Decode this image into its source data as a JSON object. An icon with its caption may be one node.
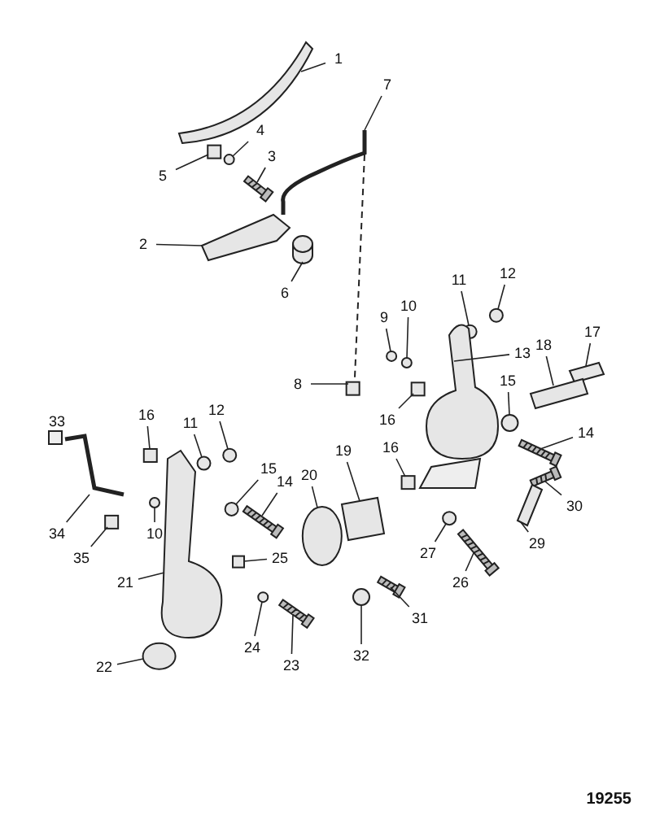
{
  "diagram": {
    "nodes": [
      {
        "text": [
          "1"
        ]
      },
      {
        "text": [
          "7"
        ]
      },
      {
        "text": [
          "4"
        ]
      },
      {
        "text": [
          "3"
        ]
      },
      {
        "text": [
          "5"
        ]
      },
      {
        "text": [
          "2"
        ]
      },
      {
        "text": [
          "6"
        ]
      },
      {
        "text": [
          "12"
        ]
      },
      {
        "text": [
          "11"
        ]
      },
      {
        "text": [
          "10"
        ]
      },
      {
        "text": [
          "9"
        ]
      },
      {
        "text": [
          "17"
        ]
      },
      {
        "text": [
          "18"
        ]
      },
      {
        "text": [
          "13"
        ]
      },
      {
        "text": [
          "15"
        ]
      },
      {
        "text": [
          "8"
        ]
      },
      {
        "text": [
          "12"
        ]
      },
      {
        "text": [
          "16"
        ]
      },
      {
        "text": [
          "16"
        ]
      },
      {
        "text": [
          "33"
        ]
      },
      {
        "text": [
          "11"
        ]
      },
      {
        "text": [
          "14"
        ]
      },
      {
        "text": [
          "19"
        ]
      },
      {
        "text": [
          "15"
        ]
      },
      {
        "text": [
          "16"
        ]
      },
      {
        "text": [
          "20"
        ]
      },
      {
        "text": [
          "14"
        ]
      },
      {
        "text": [
          "30"
        ]
      },
      {
        "text": [
          "34"
        ]
      },
      {
        "text": [
          "10"
        ]
      },
      {
        "text": [
          "29"
        ]
      },
      {
        "text": [
          "27"
        ]
      },
      {
        "text": [
          "35"
        ]
      },
      {
        "text": [
          "25"
        ]
      },
      {
        "text": [
          "21"
        ]
      },
      {
        "text": [
          "26"
        ]
      },
      {
        "text": [
          "31"
        ]
      },
      {
        "text": [
          "24"
        ]
      },
      {
        "text": [
          "32"
        ]
      },
      {
        "text": [
          "22"
        ]
      },
      {
        "text": [
          "23"
        ]
      },
      {
        "text": [],
        "shape": "picture"
      },
      {
        "text": [],
        "shape": "picture"
      },
      {
        "text": [],
        "shape": "circle"
      },
      {
        "text": [],
        "shape": "picture"
      },
      {
        "text": [],
        "shape": "box"
      },
      {
        "text": [],
        "shape": "picture"
      },
      {
        "text": [],
        "shape": "cylinder"
      },
      {
        "text": [],
        "shape": "circle"
      },
      {
        "text": [],
        "shape": "circle"
      },
      {
        "text": [],
        "shape": "circle"
      },
      {
        "text": [],
        "shape": "circle"
      },
      {
        "text": [],
        "shape": "picture"
      },
      {
        "text": [],
        "shape": "picture"
      },
      {
        "text": [],
        "shape": "picture"
      },
      {
        "text": [],
        "shape": "circle"
      },
      {
        "text": [],
        "shape": "box"
      },
      {
        "text": [],
        "shape": "circle"
      },
      {
        "text": [],
        "shape": "box"
      },
      {
        "text": [],
        "shape": "box"
      },
      {
        "text": [],
        "shape": "circle"
      },
      {
        "text": [],
        "shape": "picture"
      },
      {
        "text": [],
        "shape": "picture"
      },
      {
        "text": [],
        "shape": "circle"
      },
      {
        "text": [],
        "shape": "box"
      },
      {
        "text": [],
        "shape": "circle"
      },
      {
        "text": [],
        "shape": "picture"
      },
      {
        "text": [],
        "shape": "picture"
      },
      {
        "text": [],
        "shape": "picture"
      },
      {
        "text": [],
        "shape": "circle"
      },
      {
        "text": [],
        "shape": "picture"
      },
      {
        "text": [],
        "shape": "circle"
      },
      {
        "text": [],
        "shape": "box"
      },
      {
        "text": [],
        "shape": "box"
      },
      {
        "text": [],
        "shape": "picture"
      },
      {
        "text": [],
        "shape": "picture"
      },
      {
        "text": [],
        "shape": "picture"
      },
      {
        "text": [],
        "shape": "circle"
      },
      {
        "text": [],
        "shape": "circle"
      },
      {
        "text": [],
        "shape": "circle"
      },
      {
        "text": [],
        "shape": "picture"
      }
    ],
    "edges": [
      {
        "from": 0,
        "to": 41,
        "arrow": "none"
      },
      {
        "from": 1,
        "to": 42,
        "arrow": "none"
      },
      {
        "from": 2,
        "to": 43,
        "arrow": "none"
      },
      {
        "from": 3,
        "to": 44,
        "arrow": "none"
      },
      {
        "from": 4,
        "to": 45,
        "arrow": "none"
      },
      {
        "from": 5,
        "to": 46,
        "arrow": "none"
      },
      {
        "from": 6,
        "to": 47,
        "arrow": "none"
      },
      {
        "from": 7,
        "to": 48,
        "arrow": "none"
      },
      {
        "from": 8,
        "to": 49,
        "arrow": "none"
      },
      {
        "from": 9,
        "to": 50,
        "arrow": "none"
      },
      {
        "from": 10,
        "to": 51,
        "arrow": "none"
      },
      {
        "from": 11,
        "to": 52,
        "arrow": "none"
      },
      {
        "from": 12,
        "to": 53,
        "arrow": "none"
      },
      {
        "from": 13,
        "to": 54,
        "arrow": "none"
      },
      {
        "from": 14,
        "to": 55,
        "arrow": "none"
      },
      {
        "from": 15,
        "to": 56,
        "arrow": "none"
      },
      {
        "from": 16,
        "to": 57,
        "arrow": "none"
      },
      {
        "from": 17,
        "to": 58,
        "arrow": "none"
      },
      {
        "from": 18,
        "to": 59,
        "arrow": "none"
      },
      {
        "from": 20,
        "to": 60,
        "arrow": "none"
      },
      {
        "from": 21,
        "to": 61,
        "arrow": "none"
      },
      {
        "from": 22,
        "to": 62,
        "arrow": "none"
      },
      {
        "from": 23,
        "to": 63,
        "arrow": "none"
      },
      {
        "from": 24,
        "to": 64,
        "arrow": "none"
      },
      {
        "from": 25,
        "to": 65,
        "arrow": "none"
      },
      {
        "from": 26,
        "to": 66,
        "arrow": "none"
      },
      {
        "from": 27,
        "to": 67,
        "arrow": "none"
      },
      {
        "from": 28,
        "to": 68,
        "arrow": "none"
      },
      {
        "from": 29,
        "to": 69,
        "arrow": "none"
      },
      {
        "from": 30,
        "to": 70,
        "arrow": "none"
      },
      {
        "from": 31,
        "to": 71,
        "arrow": "none"
      },
      {
        "from": 32,
        "to": 72,
        "arrow": "none"
      },
      {
        "from": 33,
        "to": 73,
        "arrow": "none"
      },
      {
        "from": 34,
        "to": 74,
        "arrow": "none"
      },
      {
        "from": 35,
        "to": 75,
        "arrow": "none"
      },
      {
        "from": 36,
        "to": 76,
        "arrow": "none"
      },
      {
        "from": 37,
        "to": 77,
        "arrow": "none"
      },
      {
        "from": 38,
        "to": 78,
        "arrow": "none"
      },
      {
        "from": 39,
        "to": 79,
        "arrow": "none"
      },
      {
        "from": 40,
        "to": 80,
        "arrow": "none"
      },
      {
        "from": 42,
        "to": 56,
        "arrow": "none",
        "style": "dashed"
      }
    ],
    "labels": [
      "19255"
    ]
  }
}
